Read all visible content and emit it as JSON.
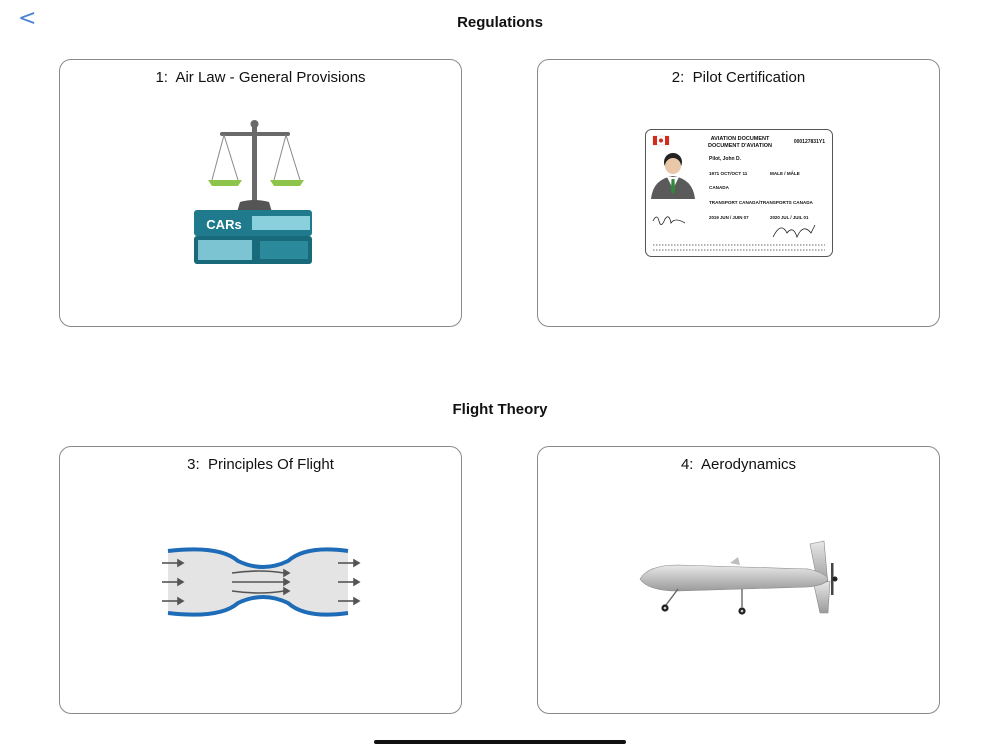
{
  "nav": {
    "back_glyph": "<"
  },
  "sections": [
    {
      "title": "Regulations",
      "cards": [
        {
          "number_label": "1:",
          "title": "Air Law - General Provisions",
          "icon": "scales-and-books-icon",
          "book_label": "CARs"
        },
        {
          "number_label": "2:",
          "title": "Pilot Certification",
          "icon": "pilot-licence-card-icon",
          "licence": {
            "header_en": "AVIATION DOCUMENT",
            "header_fr": "DOCUMENT D'AVIATION",
            "number": "000127831Y1",
            "name": "Pilot, John D.",
            "dob": "1971 OCT/OCT 11",
            "sex": "MALE / MÂLE",
            "citizenship": "CANADA",
            "issuer": "TRANSPORT CANADA/TRANSPORTS CANADA",
            "issue_date": "2019 JUN / JUIN 07",
            "expiry_date": "2020 JUL / JUIL 01"
          }
        }
      ]
    },
    {
      "title": "Flight Theory",
      "cards": [
        {
          "number_label": "3:",
          "title": "Principles Of Flight",
          "icon": "venturi-tube-icon"
        },
        {
          "number_label": "4:",
          "title": "Aerodynamics",
          "icon": "drone-aircraft-icon"
        }
      ]
    }
  ],
  "colors": {
    "accent": "#4a82d6",
    "book_teal": "#1e7a8c",
    "scale_pan": "#8dc44a",
    "venturi_blue": "#1e6bb8"
  }
}
